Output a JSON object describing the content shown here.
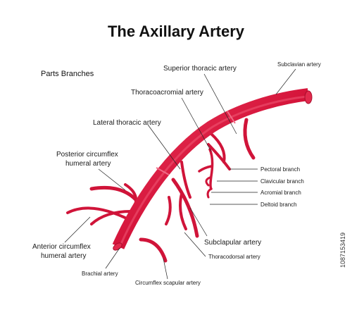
{
  "title": "The Axillary Artery",
  "section_label": "Parts Branches",
  "labels": {
    "subclavian": "Subclavian artery",
    "superior_thoracic": "Superior thoracic artery",
    "thoracoacromial": "Thoracoacromial artery",
    "lateral_thoracic": "Lateral thoracic artery",
    "posterior_circumflex_line1": "Posterior circumflex",
    "posterior_circumflex_line2": "humeral artery",
    "pectoral_branch": "Pectoral branch",
    "clavicular_branch": "Clavicular branch",
    "acromial_branch": "Acromial branch",
    "deltoid_branch": "Deltoid branch",
    "subscapular": "Subclapular artery",
    "thoracodorsal": "Thoracodorsal artery",
    "anterior_circumflex_line1": "Anterior circumflex",
    "anterior_circumflex_line2": "humeral artery",
    "brachial": "Brachial artery",
    "circumflex_scapular": "Circumflex scapular artery"
  },
  "image_id": "1087153419",
  "colors": {
    "artery_main": "#d4143a",
    "artery_highlight": "#f04864",
    "artery_dark": "#a80d2c",
    "artery_end": "#e22a4d"
  }
}
